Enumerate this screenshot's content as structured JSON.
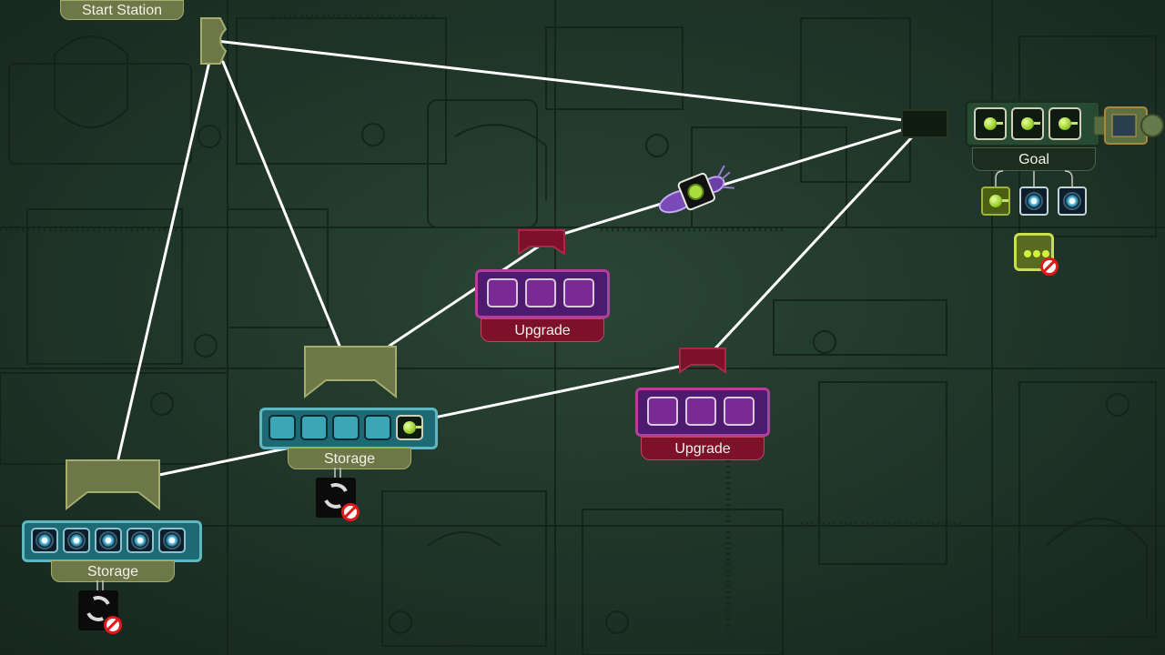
{
  "start_station": {
    "label": "Start Station"
  },
  "goal": {
    "label": "Goal",
    "slots": [
      "ball-icon",
      "ball-icon",
      "ball-icon"
    ],
    "requirements": [
      "ball-icon",
      "gear-icon",
      "gear-icon"
    ],
    "blocked_item": "dots-box-icon"
  },
  "storage_a": {
    "label": "Storage",
    "slots": [
      "empty",
      "empty",
      "empty",
      "empty",
      "ball-icon"
    ]
  },
  "storage_b": {
    "label": "Storage",
    "slots": [
      "gear-icon",
      "gear-icon",
      "gear-icon",
      "gear-icon",
      "gear-icon"
    ]
  },
  "upgrade_a": {
    "label": "Upgrade",
    "slots": [
      "empty",
      "empty",
      "empty"
    ]
  },
  "upgrade_b": {
    "label": "Upgrade",
    "slots": [
      "empty",
      "empty",
      "empty"
    ]
  },
  "colors": {
    "background": "#1f3328",
    "link": "#ffffff",
    "olive_frame": "#6d7748",
    "upgrade_red": "#7c1129",
    "storage_teal": "#1d6a75"
  }
}
